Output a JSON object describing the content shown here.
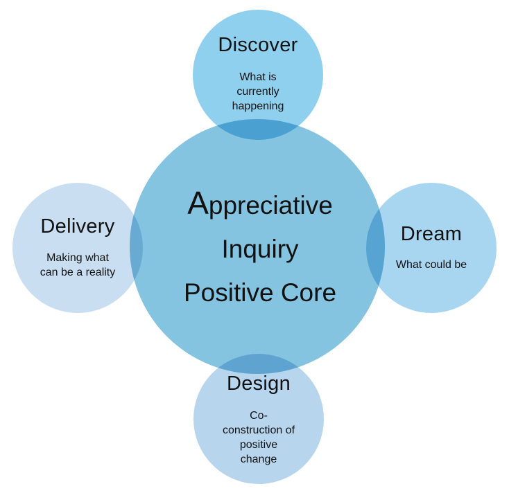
{
  "colors": {
    "core": "#84c4e0",
    "discover": "#8fd0ee",
    "dream": "#a8d6f1",
    "design": "#b7d6ee",
    "delivery": "#c9def0",
    "text": "#111111"
  },
  "core": {
    "line1_initial": "A",
    "line1_rest": "ppreciative",
    "line2": "Inquiry",
    "line3": "Positive Core"
  },
  "stages": {
    "discover": {
      "title": "Discover",
      "desc_lines": [
        "What is",
        "currently",
        "happening"
      ]
    },
    "dream": {
      "title": "Dream",
      "desc_lines": [
        "What could be"
      ]
    },
    "design": {
      "title": "Design",
      "desc_lines": [
        "Co-",
        "construction of",
        "positive",
        "change"
      ]
    },
    "delivery": {
      "title": "Delivery",
      "desc_lines": [
        "Making what",
        "can be a reality"
      ]
    }
  }
}
